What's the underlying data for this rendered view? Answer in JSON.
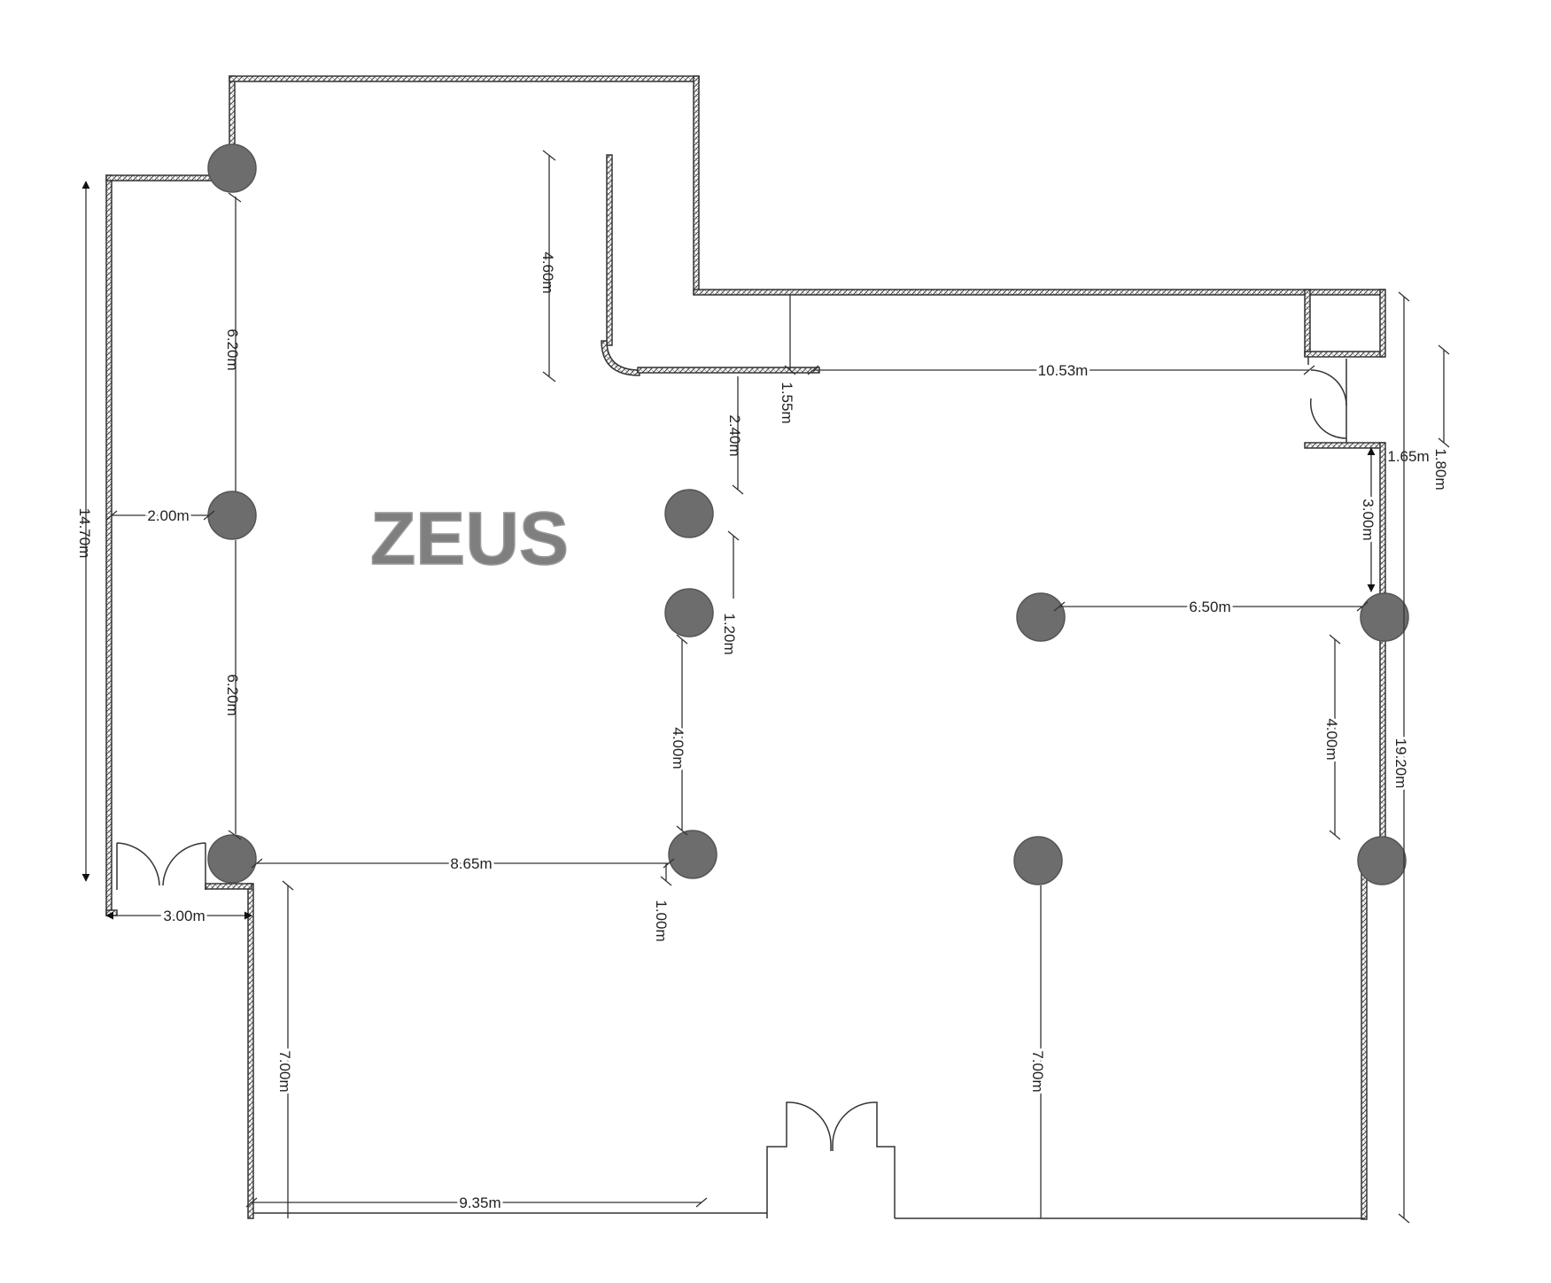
{
  "plan_name": "ZEUS",
  "column_color": "#6d6d6d",
  "wall_color": "#333333",
  "dimensions": {
    "top_left_column_spacing": "6.20m",
    "bottom_left_column_spacing": "6.20m",
    "left_overall_height": "14.70m",
    "left_wall_offset": "2.00m",
    "left_door_width": "3.00m",
    "corridor_wall_length": "4.60m",
    "corridor_offset": "1.55m",
    "corridor_to_column": "2.40m",
    "upper_span": "10.53m",
    "center_column_gap": "1.20m",
    "center_column_spacing": "4.00m",
    "left_bay_span": "8.65m",
    "center_column_offset": "1.00m",
    "left_bay_depth": "7.00m",
    "front_width": "9.35m",
    "right_bay_depth": "7.00m",
    "right_column_span": "6.50m",
    "right_column_spacing": "4.00m",
    "right_door_to_column": "3.00m",
    "right_door_width": "1.65m",
    "right_upper_length": "1.80m",
    "right_overall_height": "19.20m"
  }
}
